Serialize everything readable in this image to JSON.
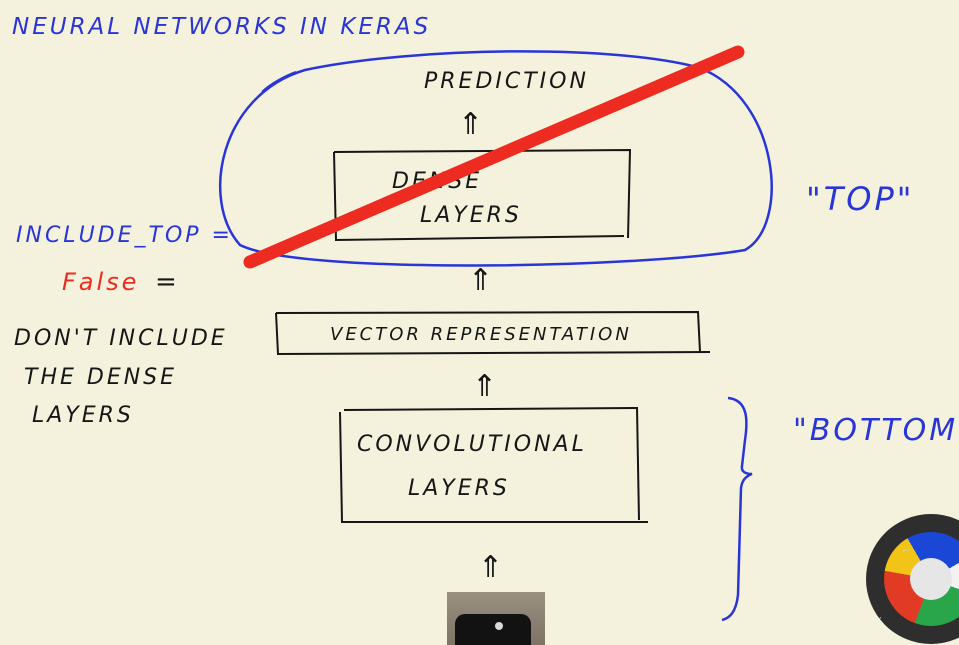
{
  "title": "NEURAL NETWORKS IN KERAS",
  "nodes": {
    "prediction": "PREDICTION",
    "dense_line1": "DENSE",
    "dense_line2": "LAYERS",
    "vector": "VECTOR REPRESENTATION",
    "conv_line1": "CONVOLUTIONAL",
    "conv_line2": "LAYERS"
  },
  "arrow_glyph": "⇑",
  "labels": {
    "top": "\"TOP\"",
    "bottom": "\"BOTTOM\""
  },
  "note": {
    "line1": "INCLUDE_TOP =",
    "line2_value": "False",
    "line2_equals": "=",
    "line3": "DON'T INCLUDE",
    "line4": "THE DENSE",
    "line5": "LAYERS"
  },
  "colors": {
    "background": "#f4f2dc",
    "ink": "#161616",
    "blue_ink": "#2a35d8",
    "red_ink": "#ee2b20"
  },
  "icons": [
    "input-image-thumbnail",
    "color-palette-icon"
  ]
}
